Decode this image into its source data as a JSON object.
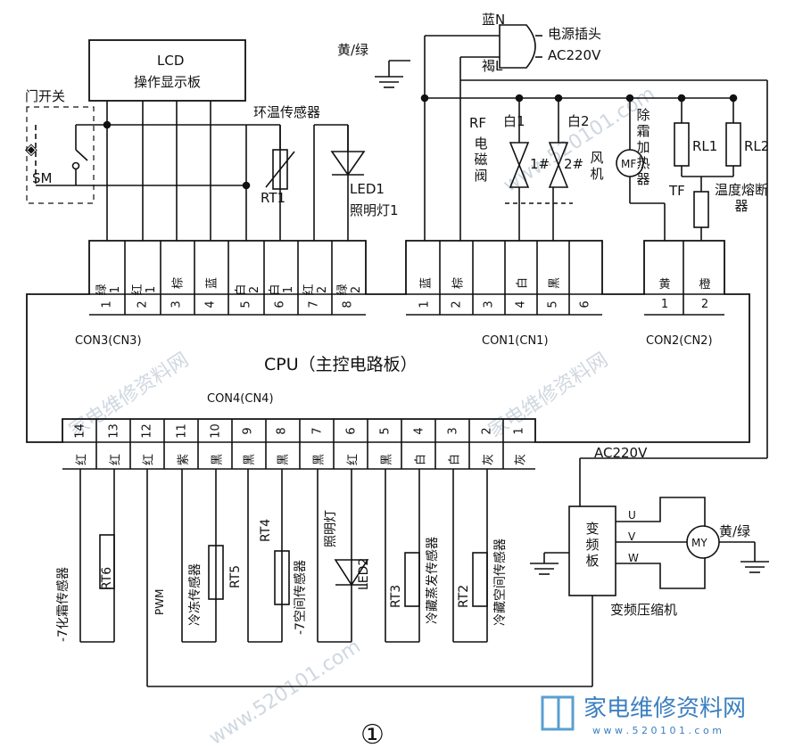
{
  "lcd_board": {
    "line1": "LCD",
    "line2": "操作显示板"
  },
  "door_switch": {
    "label": "门开关",
    "code": "SM"
  },
  "ambient_sensor": {
    "label": "环温传感器",
    "code": "RT1"
  },
  "led1": {
    "line1": "LED1",
    "line2": "照明灯1"
  },
  "power": {
    "ground_label": "黄/绿",
    "blue": "蓝N",
    "brown": "褐L",
    "plug": "电源插头",
    "voltage": "AC220V"
  },
  "rf_valve": {
    "rf": "RF",
    "chars": "电磁阀",
    "white1": "白1",
    "white2": "白2",
    "v1": "1#",
    "v2": "2#"
  },
  "fan": {
    "label": "风机",
    "code": "MF"
  },
  "defrost": {
    "label": "除霜加热器",
    "rl1": "RL1",
    "rl2": "RL2"
  },
  "fuse": {
    "code": "TF",
    "label": "温度熔断器"
  },
  "con3": {
    "name": "CON3(CN3)",
    "wires": [
      "绿1",
      "红1",
      "棕",
      "蓝",
      "白2",
      "白1",
      "红2",
      "绿2"
    ],
    "pins": [
      "1",
      "2",
      "3",
      "4",
      "5",
      "6",
      "7",
      "8"
    ]
  },
  "con1": {
    "name": "CON1(CN1)",
    "wires": [
      "蓝",
      "棕",
      "",
      "白",
      "黑",
      ""
    ],
    "pins": [
      "1",
      "2",
      "3",
      "4",
      "5",
      "6"
    ]
  },
  "con2": {
    "name": "CON2(CN2)",
    "wires": [
      "黄",
      "橙"
    ],
    "pins": [
      "1",
      "2"
    ]
  },
  "cpu_label": "CPU（主控电路板）",
  "con4": {
    "name": "CON4(CN4)",
    "pins": [
      "14",
      "13",
      "12",
      "11",
      "10",
      "9",
      "8",
      "7",
      "6",
      "5",
      "4",
      "3",
      "2",
      "1"
    ],
    "wires": [
      "红",
      "红",
      "红",
      "紫",
      "黑",
      "黑",
      "黑",
      "黑",
      "红",
      "黑",
      "白",
      "白",
      "灰",
      "灰"
    ]
  },
  "sensors": {
    "rt6_label": "-7化霜传感器",
    "rt6_code": "RT6",
    "pwm": "PWM",
    "rt5_label": "冷冻传感器",
    "rt5_code": "RT5",
    "rt4_code": "RT4",
    "rt4_label": "-7空间传感器",
    "led2_label": "照明灯",
    "led2_code": "LED2",
    "rt3_code": "RT3",
    "rt3_label": "冷藏蒸发传感器",
    "rt2_code": "RT2",
    "rt2_label": "冷藏空间传感器"
  },
  "inverter": {
    "voltage": "AC220V",
    "label": "变频板",
    "u": "U",
    "v": "V",
    "w": "W",
    "motor": "MY",
    "ground": "黄/绿",
    "compressor": "变频压缩机"
  },
  "figure_number": "①",
  "watermark": {
    "text": "家电维修资料网",
    "url": "www.520101.com",
    "brand": "家电维修资料网",
    "site": "w w w . 5 2 0 1 0 1 . c o m"
  }
}
